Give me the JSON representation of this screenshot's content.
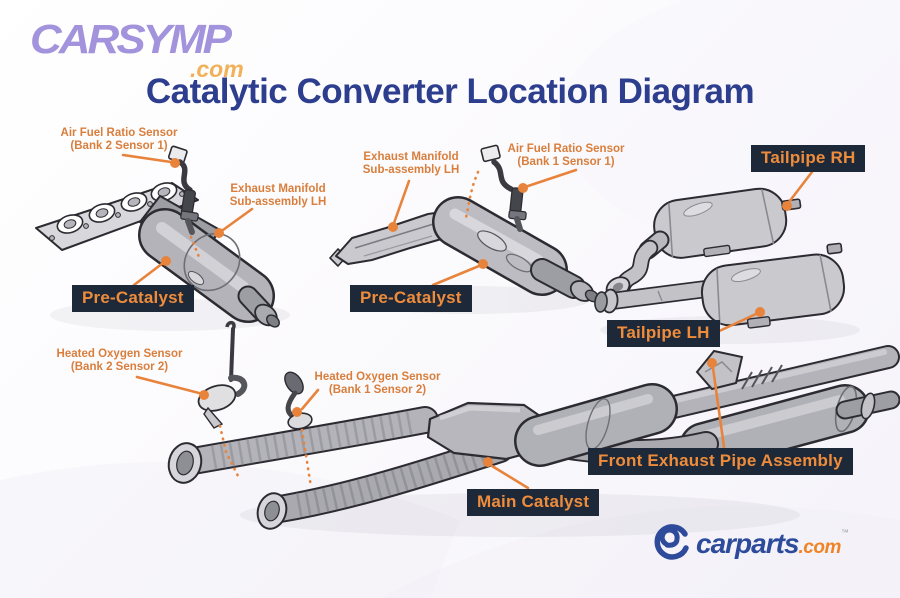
{
  "header": {
    "brand_name": "CARSYMP",
    "brand_tld": ".com",
    "title": "Catalytic Converter Location Diagram"
  },
  "callouts": [
    {
      "id": "air-fuel-ratio-sensor-bank2-sensor1",
      "line1": "Air Fuel Ratio Sensor",
      "line2": "(Bank 2 Sensor 1)"
    },
    {
      "id": "exhaust-manifold-sub-assembly-lh-left",
      "line1": "Exhaust Manifold",
      "line2": "Sub-assembly LH"
    },
    {
      "id": "exhaust-manifold-sub-assembly-lh-middle",
      "line1": "Exhaust Manifold",
      "line2": "Sub-assembly LH"
    },
    {
      "id": "air-fuel-ratio-sensor-bank1-sensor1",
      "line1": "Air Fuel Ratio Sensor",
      "line2": "(Bank 1 Sensor 1)"
    },
    {
      "id": "heated-oxygen-sensor-bank2-sensor2",
      "line1": "Heated Oxygen Sensor",
      "line2": "(Bank 2 Sensor 2)"
    },
    {
      "id": "heated-oxygen-sensor-bank1-sensor2",
      "line1": "Heated Oxygen Sensor",
      "line2": "(Bank 1 Sensor 2)"
    }
  ],
  "boxes": [
    {
      "id": "pre-catalyst-left",
      "text": "Pre-Catalyst"
    },
    {
      "id": "pre-catalyst-middle",
      "text": "Pre-Catalyst"
    },
    {
      "id": "tailpipe-rh",
      "text": "Tailpipe RH"
    },
    {
      "id": "tailpipe-lh",
      "text": "Tailpipe LH"
    },
    {
      "id": "front-exhaust-pipe-assembly",
      "text": "Front Exhaust Pipe Assembly"
    },
    {
      "id": "main-catalyst",
      "text": "Main Catalyst"
    }
  ],
  "footer": {
    "brand": "carparts",
    "tld": ".com",
    "trademark": "™"
  },
  "colors": {
    "title_navy": "#2c3e8d",
    "brand_purple": "#a393dc",
    "brand_orange": "#f2b158",
    "callout_orange": "#d97e3c",
    "leader_orange": "#e8833c",
    "label_box_bg": "#1d2938",
    "label_box_text": "#ee8c3c",
    "carparts_blue": "#2d4b9a",
    "carparts_orange": "#f08326"
  }
}
